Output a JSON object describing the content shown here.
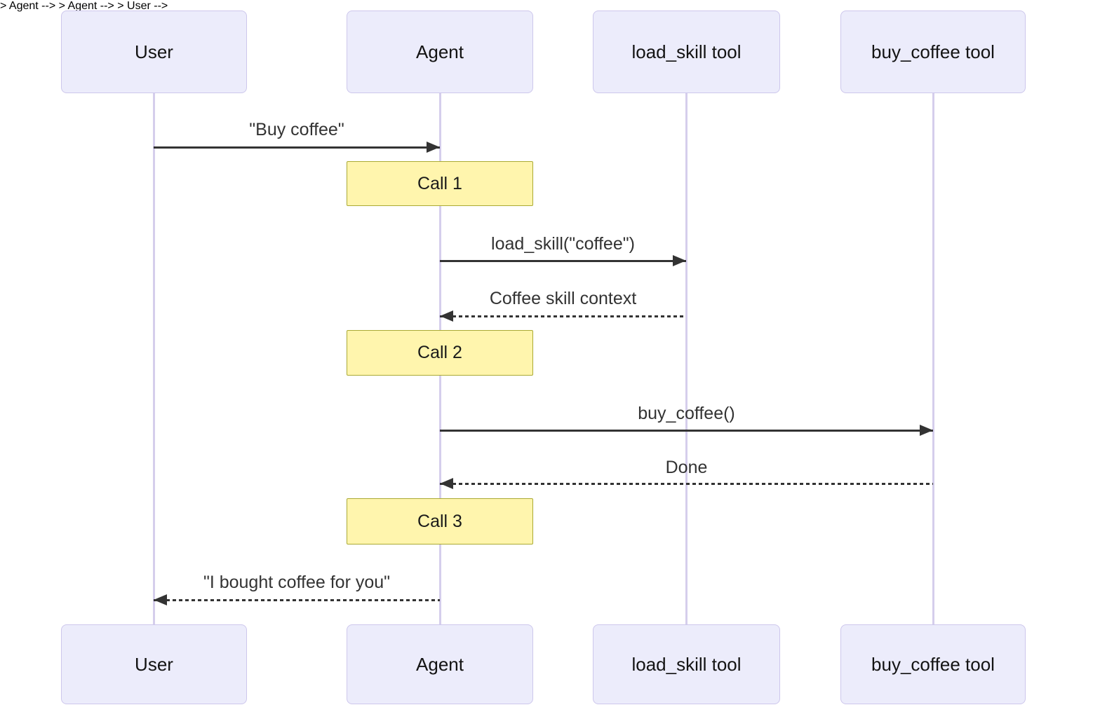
{
  "diagram_type": "sequence-diagram",
  "colors": {
    "actor-fill": "#ECECFB",
    "actor-border": "#CDC7EC",
    "lifeline": "#D5CEEC",
    "note-fill": "#FFF5AD",
    "note-border": "#AAAA33",
    "arrow": "#333333",
    "msg-text": "#333333",
    "actor-text": "#131313",
    "bg": "#FFFFFF"
  },
  "participants": [
    {
      "id": "user",
      "label": "User"
    },
    {
      "id": "agent",
      "label": "Agent"
    },
    {
      "id": "load_skill",
      "label": "load_skill tool"
    },
    {
      "id": "buy_coffee",
      "label": "buy_coffee tool"
    }
  ],
  "messages": [
    {
      "from": "User",
      "to": "Agent",
      "text": "\"Buy coffee\"",
      "style": "solid"
    },
    {
      "from": "Agent",
      "to": "load_skill tool",
      "text": "load_skill(\"coffee\")",
      "style": "solid"
    },
    {
      "from": "load_skill tool",
      "to": "Agent",
      "text": "Coffee skill context",
      "style": "dashed"
    },
    {
      "from": "Agent",
      "to": "buy_coffee tool",
      "text": "buy_coffee()",
      "style": "solid"
    },
    {
      "from": "buy_coffee tool",
      "to": "Agent",
      "text": "Done",
      "style": "dashed"
    },
    {
      "from": "Agent",
      "to": "User",
      "text": "\"I bought coffee for you\"",
      "style": "dashed"
    }
  ],
  "notes": [
    {
      "over": "Agent",
      "label": "Call 1"
    },
    {
      "over": "Agent",
      "label": "Call 2"
    },
    {
      "over": "Agent",
      "label": "Call 3"
    }
  ]
}
